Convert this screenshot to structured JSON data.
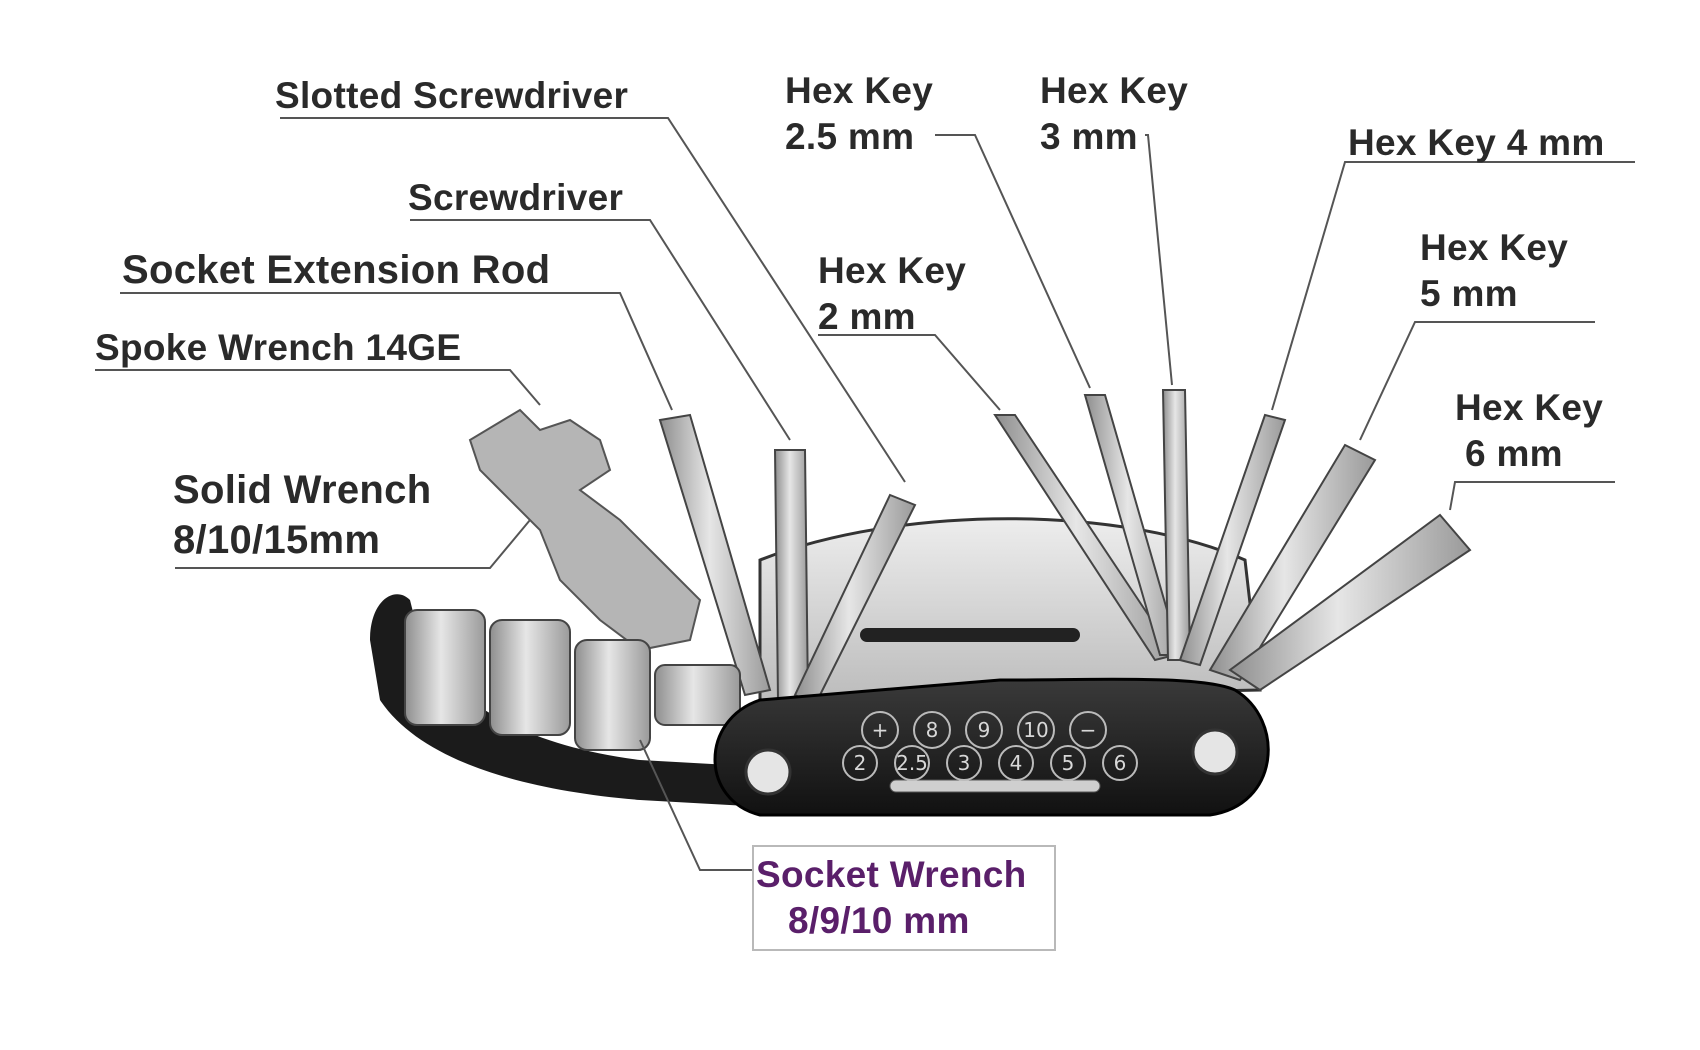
{
  "labels": {
    "slotted_screwdriver": "Slotted Screwdriver",
    "screwdriver": "Screwdriver",
    "socket_extension_rod": "Socket Extension Rod",
    "spoke_wrench": "Spoke Wrench 14GE",
    "solid_wrench_line1": "Solid Wrench",
    "solid_wrench_line2": "8/10/15mm",
    "hex_2_5_line1": "Hex Key",
    "hex_2_5_line2": "2.5 mm",
    "hex_3_line1": "Hex Key",
    "hex_3_line2": "3 mm",
    "hex_4": "Hex Key 4 mm",
    "hex_2_line1": "Hex Key",
    "hex_2_line2": "2 mm",
    "hex_5_line1": "Hex Key",
    "hex_5_line2": "5 mm",
    "hex_6_line1": "Hex Key",
    "hex_6_line2": "6 mm",
    "socket_wrench_line1": "Socket Wrench",
    "socket_wrench_line2": "8/9/10 mm"
  },
  "handle_markings": [
    "+",
    "8",
    "9",
    "10",
    "−",
    "2",
    "2.5",
    "3",
    "4",
    "5",
    "6"
  ],
  "colors": {
    "text": "#2a2a2a",
    "highlight": "#5a1f6a",
    "body": "#1c1c1c",
    "metal": "#bdbdbd",
    "leader": "#555555"
  }
}
